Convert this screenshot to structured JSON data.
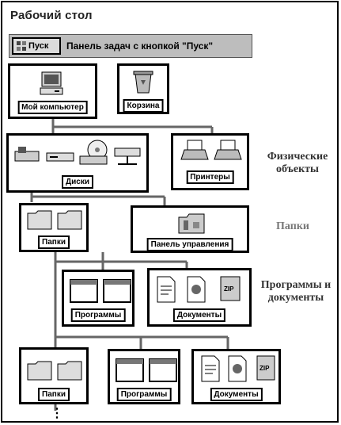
{
  "window": {
    "title": "Рабочий стол"
  },
  "taskbar": {
    "start_label": "Пуск",
    "description": "Панель задач с кнопкой \"Пуск\""
  },
  "nodes": {
    "my_computer": "Мой компьютер",
    "recycle_bin": "Корзина",
    "disks": "Диски",
    "printers": "Принтеры",
    "folders_1": "Папки",
    "control_panel": "Панель управления",
    "programs_1": "Программы",
    "documents_1": "Документы",
    "folders_2": "Папки",
    "programs_2": "Программы",
    "documents_2": "Документы"
  },
  "side_labels": {
    "physical_objects": "Физические объекты",
    "folders": "Папки",
    "programs_documents": "Программы и документы"
  },
  "continuation": "⋮"
}
